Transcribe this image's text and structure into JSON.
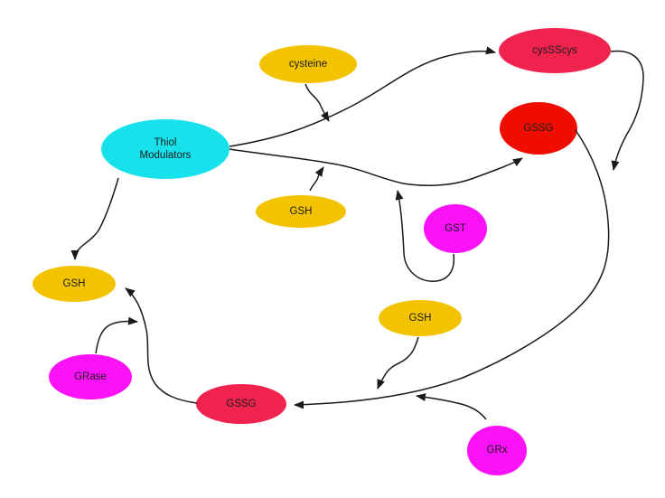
{
  "diagram": {
    "background": "#ffffff",
    "edge_color": "#1a1a1a",
    "label_color": "#1c1c1c",
    "palette": {
      "cyan": "#17E1EA",
      "gold": "#F3C300",
      "crimson": "#F0234E",
      "red": "#EF0D00",
      "magenta": "#FB12F7"
    },
    "nodes": [
      {
        "id": "cysteine",
        "label": "cysteine",
        "fill": "#F3C300"
      },
      {
        "id": "cysSScys",
        "label": "cysSScys",
        "fill": "#F0234E"
      },
      {
        "id": "thiol-modulators",
        "label": "Thiol Modulators",
        "fill": "#17E1EA"
      },
      {
        "id": "gssg-top",
        "label": "GSSG",
        "fill": "#EF0D00"
      },
      {
        "id": "gsh-mid",
        "label": "GSH",
        "fill": "#F3C300"
      },
      {
        "id": "gst",
        "label": "GST",
        "fill": "#FB12F7"
      },
      {
        "id": "gsh-left",
        "label": "GSH",
        "fill": "#F3C300"
      },
      {
        "id": "gsh-bottom",
        "label": "GSH",
        "fill": "#F3C300"
      },
      {
        "id": "grase",
        "label": "GRase",
        "fill": "#FB12F7"
      },
      {
        "id": "gssg-bottom",
        "label": "GSSG",
        "fill": "#F0234E"
      },
      {
        "id": "grx",
        "label": "GRx",
        "fill": "#FB12F7"
      }
    ],
    "edges": [
      {
        "from": "thiol-modulators",
        "to": "cysSScys",
        "type": "arrow"
      },
      {
        "from": "cysteine",
        "to": "edge:thiol-modulators->cysSScys",
        "type": "annotation-arrow"
      },
      {
        "from": "thiol-modulators",
        "to": "gssg-top",
        "type": "arrow"
      },
      {
        "from": "gsh-mid",
        "to": "edge:thiol-modulators->gssg-top",
        "type": "annotation-arrow"
      },
      {
        "from": "gst",
        "to": "edge:thiol-modulators->gssg-top",
        "type": "annotation-arrow-loop"
      },
      {
        "from": "cysSScys",
        "to": "edge:gssg-top->gssg-bottom",
        "type": "annotation-arrow"
      },
      {
        "from": "gssg-top",
        "to": "gssg-bottom",
        "type": "arrow"
      },
      {
        "from": "gsh-bottom",
        "to": "edge:gssg-top->gssg-bottom",
        "type": "annotation-arrow"
      },
      {
        "from": "grx",
        "to": "edge:gssg-top->gssg-bottom",
        "type": "annotation-arrow"
      },
      {
        "from": "thiol-modulators",
        "to": "gsh-left",
        "type": "arrow"
      },
      {
        "from": "gssg-bottom",
        "to": "gsh-left",
        "type": "arrow"
      },
      {
        "from": "grase",
        "to": "edge:gssg-bottom->gsh-left",
        "type": "annotation-arrow"
      }
    ]
  }
}
